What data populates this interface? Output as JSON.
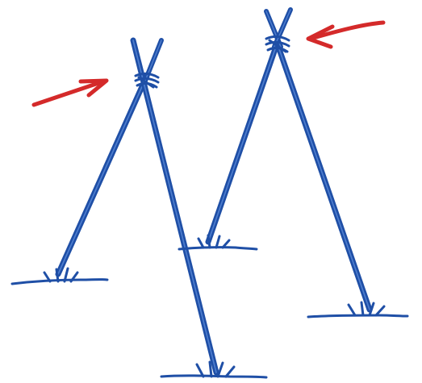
{
  "illustration": {
    "frames": [
      {
        "name": "left-a-frame",
        "arrow": "right-pointing-arrow"
      },
      {
        "name": "right-a-frame",
        "arrow": "left-pointing-arrow"
      }
    ],
    "colors": {
      "pole": "#1f4fa6",
      "pole_highlight": "#4f7fd0",
      "ground": "#1f4fa6",
      "arrow": "#d42a2a",
      "background": "#ffffff"
    }
  }
}
